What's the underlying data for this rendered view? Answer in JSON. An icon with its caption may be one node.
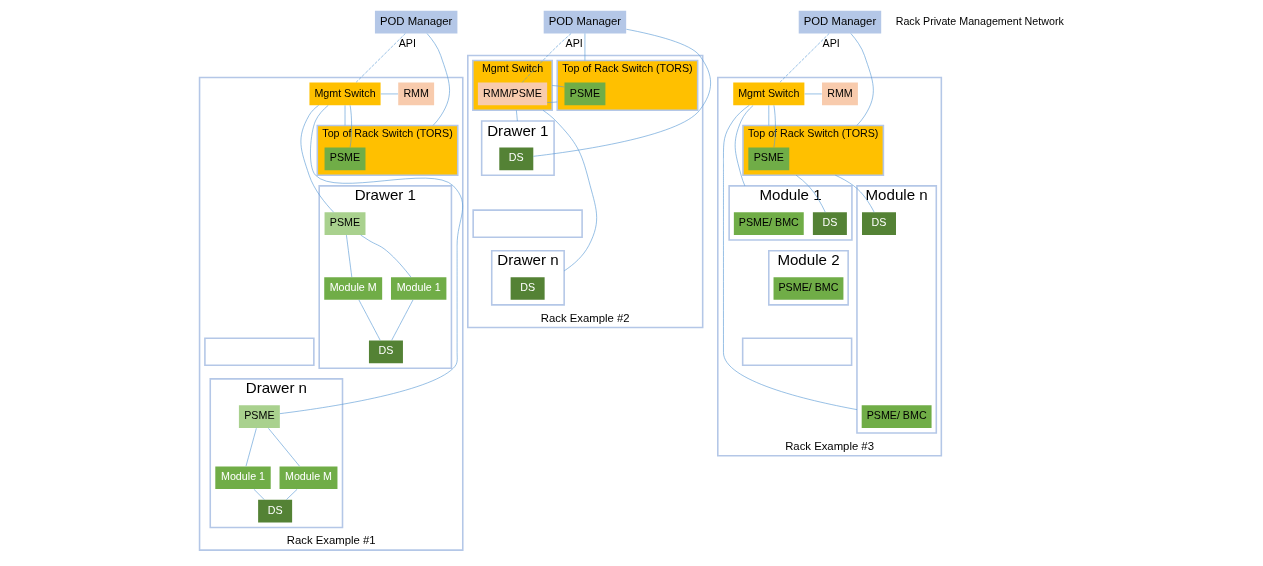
{
  "diagram": {
    "nodes": [
      {
        "text": [
          "POD Manager"
        ]
      },
      {
        "text": [
          "Rack Example #1"
        ]
      },
      {
        "text": [
          "Mgmt Switch"
        ],
        "in": 1
      },
      {
        "text": [
          "RMM"
        ],
        "in": 1
      },
      {
        "text": [
          "Top of Rack Switch (TORS)"
        ],
        "in": 1
      },
      {
        "text": [
          "PSME"
        ],
        "in": 4
      },
      {
        "text": [
          "Drawer 1"
        ],
        "in": 1
      },
      {
        "text": [
          "PSME"
        ],
        "in": 6
      },
      {
        "text": [
          "DS"
        ],
        "in": 6
      },
      {
        "text": [
          "Module 1"
        ],
        "in": 6
      },
      {
        "text": [
          "Module M"
        ],
        "in": 6
      },
      {
        "text": [],
        "shape": "box",
        "in": 1
      },
      {
        "text": [
          "Drawer n"
        ],
        "in": 1
      },
      {
        "text": [
          "PSME"
        ],
        "in": 12
      },
      {
        "text": [
          "DS"
        ],
        "in": 12
      },
      {
        "text": [
          "Module 1"
        ],
        "in": 12
      },
      {
        "text": [
          "Module M"
        ],
        "in": 12
      },
      {
        "text": [
          "POD Manager"
        ]
      },
      {
        "text": [
          "Rack Example #2"
        ]
      },
      {
        "text": [
          "Mgmt Switch"
        ],
        "in": 18
      },
      {
        "text": [
          "RMM/PSME"
        ],
        "in": 19
      },
      {
        "text": [
          "Top of Rack Switch (TORS)"
        ],
        "in": 18
      },
      {
        "text": [
          "PSME"
        ],
        "in": 21
      },
      {
        "text": [
          "Drawer 1"
        ],
        "in": 18
      },
      {
        "text": [
          "DS"
        ],
        "in": 23
      },
      {
        "text": [],
        "shape": "box",
        "in": 18
      },
      {
        "text": [
          "Drawer n"
        ],
        "in": 18
      },
      {
        "text": [
          "DS"
        ],
        "in": 26
      },
      {
        "text": [
          "POD Manager"
        ]
      },
      {
        "text": [
          "Rack Example #3"
        ]
      },
      {
        "text": [
          "Mgmt Switch"
        ],
        "in": 29
      },
      {
        "text": [
          "RMM"
        ],
        "in": 29
      },
      {
        "text": [
          "Top of Rack Switch (TORS)"
        ],
        "in": 29
      },
      {
        "text": [
          "PSME"
        ],
        "in": 32
      },
      {
        "text": [
          "Module 1"
        ],
        "in": 29
      },
      {
        "text": [
          "PSME/ BMC"
        ],
        "in": 34
      },
      {
        "text": [
          "DS"
        ],
        "in": 34
      },
      {
        "text": [
          "Module 2"
        ],
        "in": 29
      },
      {
        "text": [
          "PSME/ BMC"
        ],
        "in": 37
      },
      {
        "text": [],
        "shape": "box",
        "in": 29
      },
      {
        "text": [
          "Module n"
        ],
        "in": 29
      },
      {
        "text": [
          "PSME/ BMC"
        ],
        "in": 40
      },
      {
        "text": [
          "DS"
        ],
        "in": 40
      }
    ],
    "edges": [
      {
        "from": 0,
        "to": 2,
        "arrow": "none",
        "style": "dashed",
        "label": "API"
      },
      {
        "from": 0,
        "to": 4,
        "arrow": "none"
      },
      {
        "from": 2,
        "to": 3,
        "arrow": "none"
      },
      {
        "from": 2,
        "to": 4,
        "arrow": "none"
      },
      {
        "from": 2,
        "to": 5,
        "arrow": "none"
      },
      {
        "from": 2,
        "to": 7,
        "arrow": "none"
      },
      {
        "from": 2,
        "to": 13,
        "arrow": "none"
      },
      {
        "from": 7,
        "to": 9,
        "arrow": "none"
      },
      {
        "from": 7,
        "to": 10,
        "arrow": "none"
      },
      {
        "from": 9,
        "to": 8,
        "arrow": "none"
      },
      {
        "from": 10,
        "to": 8,
        "arrow": "none"
      },
      {
        "from": 13,
        "to": 15,
        "arrow": "none"
      },
      {
        "from": 13,
        "to": 16,
        "arrow": "none"
      },
      {
        "from": 15,
        "to": 14,
        "arrow": "none"
      },
      {
        "from": 16,
        "to": 14,
        "arrow": "none"
      },
      {
        "from": 17,
        "to": 20,
        "arrow": "none",
        "style": "dashed",
        "label": "API"
      },
      {
        "from": 17,
        "to": 21,
        "arrow": "none"
      },
      {
        "from": 17,
        "to": 24,
        "arrow": "none"
      },
      {
        "from": 20,
        "to": 21,
        "arrow": "none"
      },
      {
        "from": 19,
        "to": 22,
        "arrow": "none"
      },
      {
        "from": 19,
        "to": 23,
        "arrow": "none"
      },
      {
        "from": 19,
        "to": 26,
        "arrow": "none"
      },
      {
        "from": 28,
        "to": 30,
        "arrow": "none",
        "style": "dashed",
        "label": "API"
      },
      {
        "from": 28,
        "to": 32,
        "arrow": "none"
      },
      {
        "from": 30,
        "to": 31,
        "arrow": "none"
      },
      {
        "from": 30,
        "to": 32,
        "arrow": "none"
      },
      {
        "from": 30,
        "to": 33,
        "arrow": "none"
      },
      {
        "from": 30,
        "to": 34,
        "arrow": "none"
      },
      {
        "from": 30,
        "to": 40,
        "arrow": "none"
      },
      {
        "from": 32,
        "to": 36,
        "arrow": "none"
      },
      {
        "from": 32,
        "to": 42,
        "arrow": "none"
      }
    ],
    "labels": [
      "Rack Private Management Network"
    ]
  }
}
